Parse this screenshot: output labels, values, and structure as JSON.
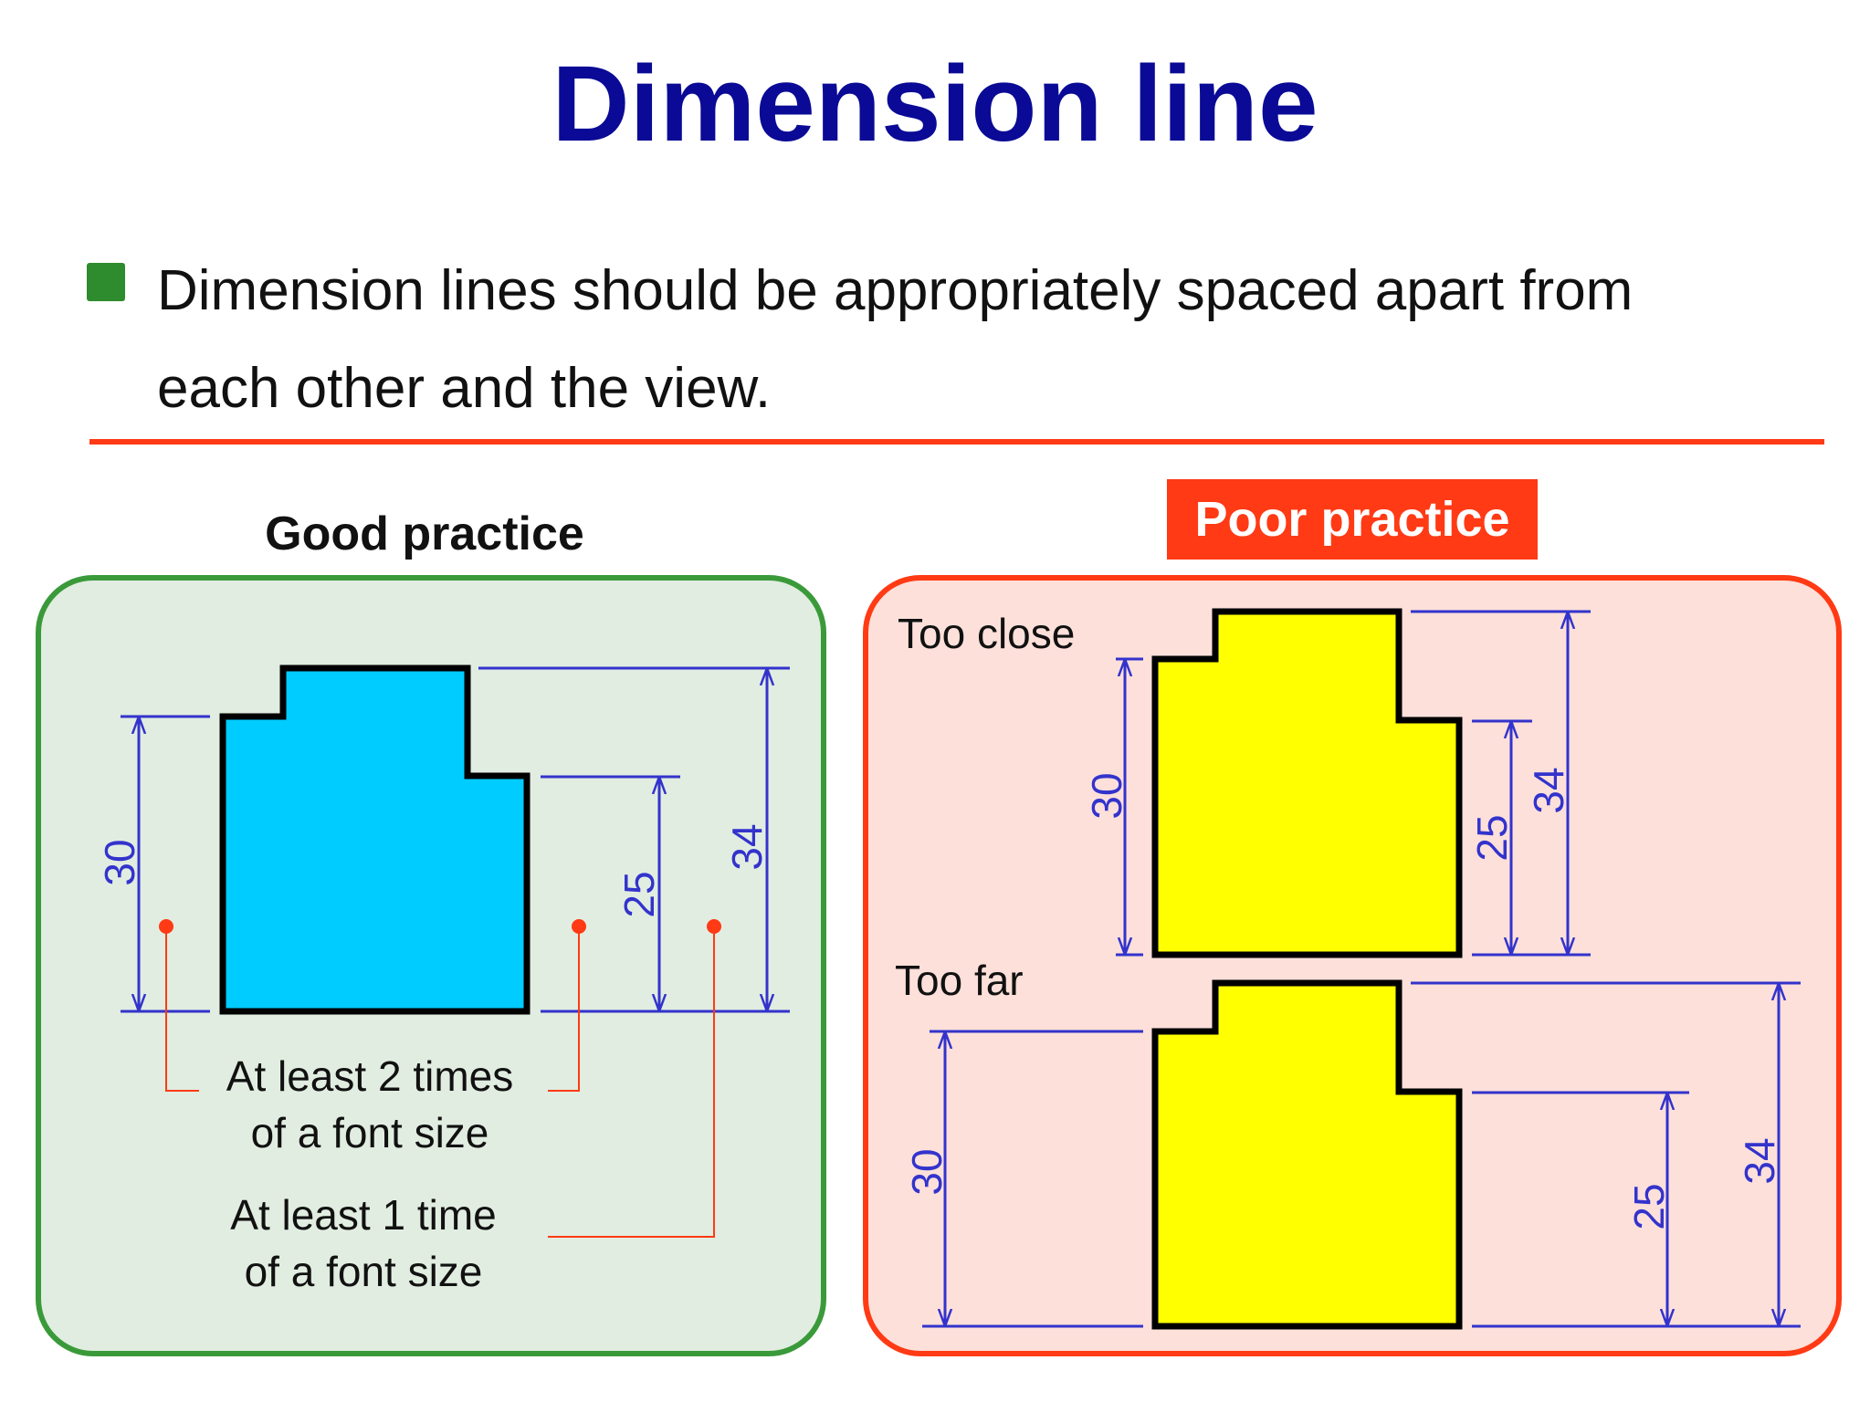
{
  "title": "Dimension line",
  "bullet": {
    "icon": "green-square-bullet",
    "line1": "Dimension lines should be appropriately spaced apart from",
    "line2": "each other and the view."
  },
  "good": {
    "heading": "Good practice",
    "dims": {
      "left": "30",
      "mid": "25",
      "right": "34"
    },
    "note1": {
      "line1": "At least 2 times",
      "line2": "of a font size"
    },
    "note2": {
      "line1": "At least 1 time",
      "line2": "of a font size"
    }
  },
  "poor": {
    "heading": "Poor practice",
    "too_close": {
      "label": "Too close",
      "dims": {
        "left": "30",
        "mid": "25",
        "right": "34"
      }
    },
    "too_far": {
      "label": "Too far",
      "dims": {
        "left": "30",
        "mid": "25",
        "right": "34"
      }
    }
  },
  "colors": {
    "title": "#0a0a96",
    "dimension": "#3333cc",
    "accent": "#ff3a14",
    "good_panel_fill": "#e1ede1",
    "good_panel_border": "#3a9a3a",
    "poor_panel_fill": "#fde0da",
    "cyan_part": "#00ccff",
    "yellow_part": "#ffff00"
  }
}
